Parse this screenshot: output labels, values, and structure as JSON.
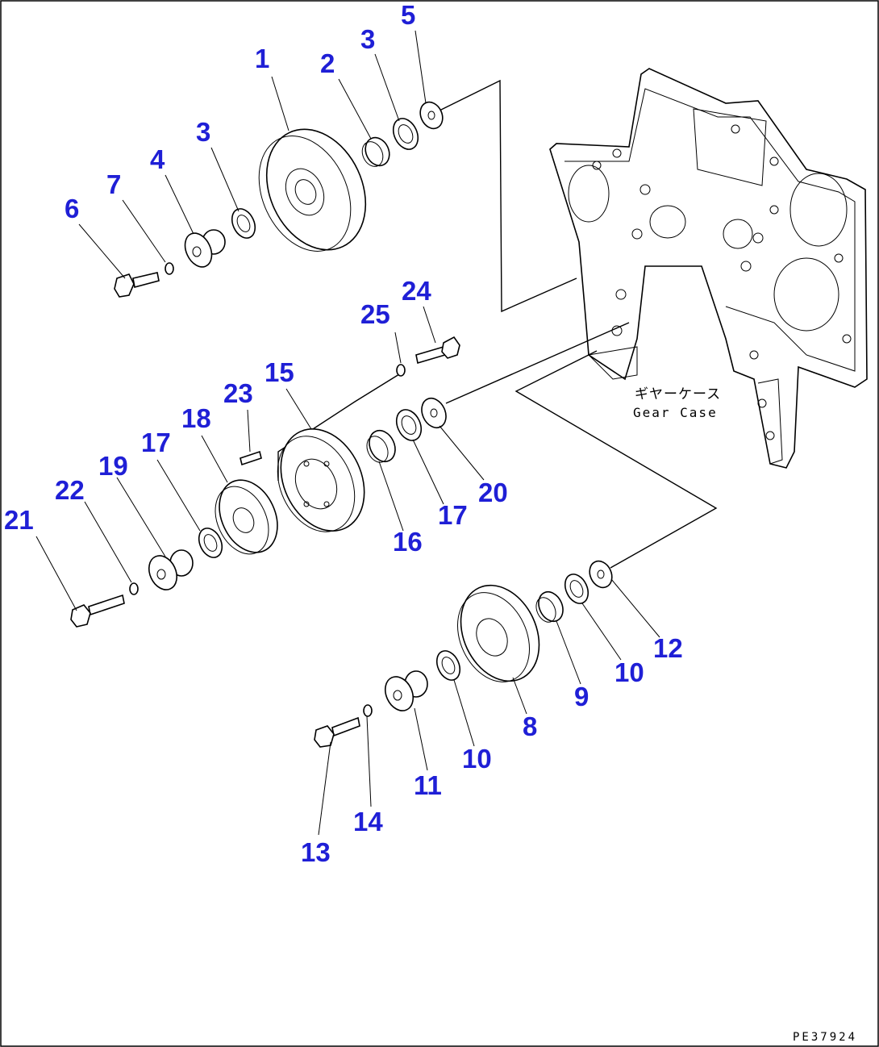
{
  "diagram": {
    "callouts": [
      "1",
      "2",
      "3",
      "3",
      "4",
      "5",
      "6",
      "7",
      "8",
      "9",
      "10",
      "10",
      "11",
      "12",
      "13",
      "14",
      "15",
      "16",
      "17",
      "17",
      "18",
      "19",
      "20",
      "21",
      "22",
      "23",
      "24",
      "25"
    ],
    "gear_case_label_jp": "ギヤーケース",
    "gear_case_label_en": "Gear Case",
    "drawing_code": "PE37924",
    "colors": {
      "callout": "#1f1fd6",
      "line": "#000000",
      "background": "#ffffff"
    }
  }
}
